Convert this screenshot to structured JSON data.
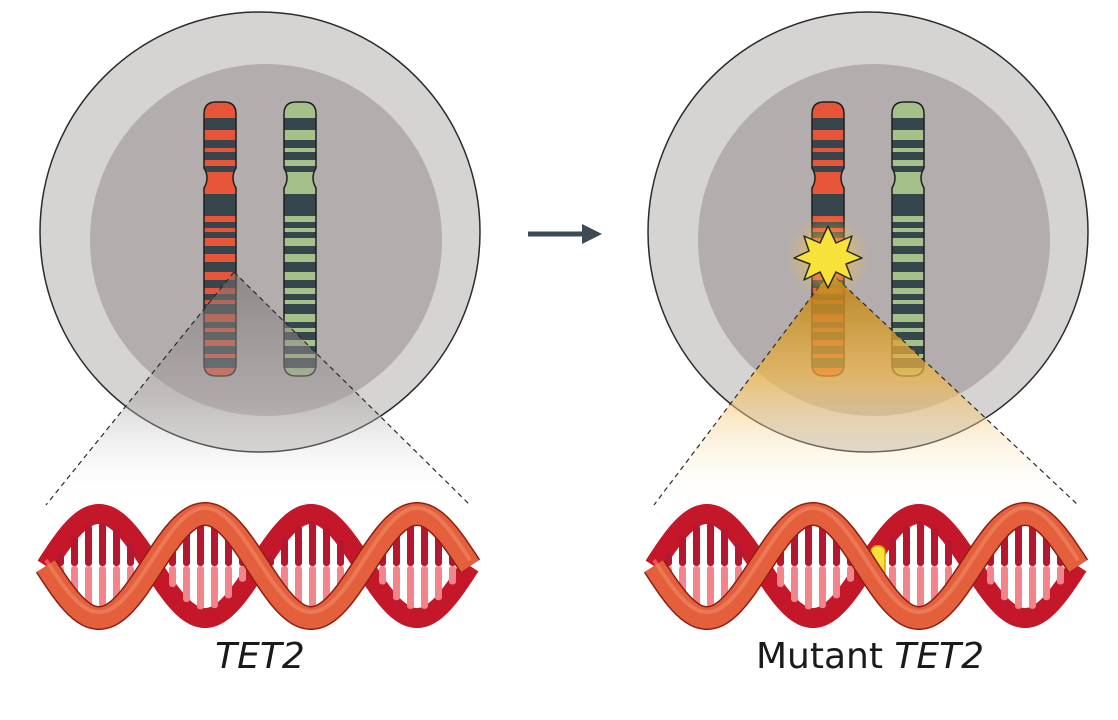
{
  "panels": {
    "normal": {
      "caption_gene": "TET2"
    },
    "mutant": {
      "caption_prefix": "Mutant ",
      "caption_gene": "TET2"
    }
  },
  "colors": {
    "cell_outer": "#d8d6d6",
    "cell_inner": "#b4aeae",
    "chromosome_red": "#e65538",
    "chromosome_green": "#a6c089",
    "band_dark": "#37464d",
    "dna_backbone": "#e4603d",
    "dna_backbone_dark": "#c4182a",
    "rung_dark": "#b5172f",
    "rung_light": "#f3848a",
    "mutation_star": "#f7e23a",
    "mutation_glow": "#f5b942",
    "arrow": "#3b4a55"
  },
  "icons": [
    "mutation-burst-icon",
    "right-arrow-icon"
  ]
}
